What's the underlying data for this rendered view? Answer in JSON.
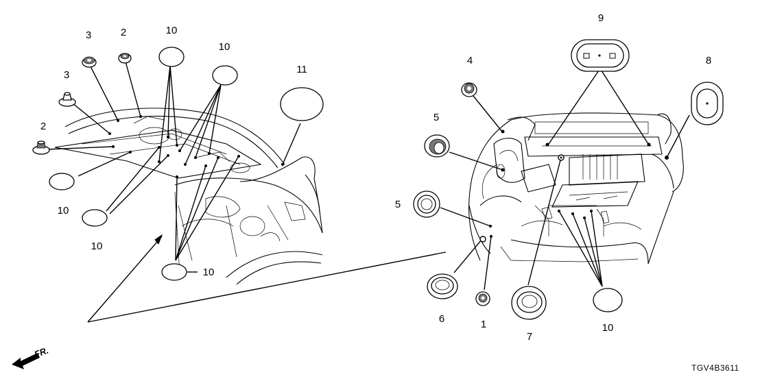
{
  "callouts": {
    "l_3a": "3",
    "l_2a": "2",
    "l_10a": "10",
    "l_10b": "10",
    "l_11": "11",
    "l_3b": "3",
    "l_2b": "2",
    "l_10c": "10",
    "l_10d": "10",
    "l_10e": "10",
    "r_9": "9",
    "r_4": "4",
    "r_8": "8",
    "r_5a": "5",
    "r_5b": "5",
    "r_6": "6",
    "r_1": "1",
    "r_7": "7",
    "r_10": "10"
  },
  "front_marker": "FR.",
  "diagram_code": "TGV4B3611"
}
